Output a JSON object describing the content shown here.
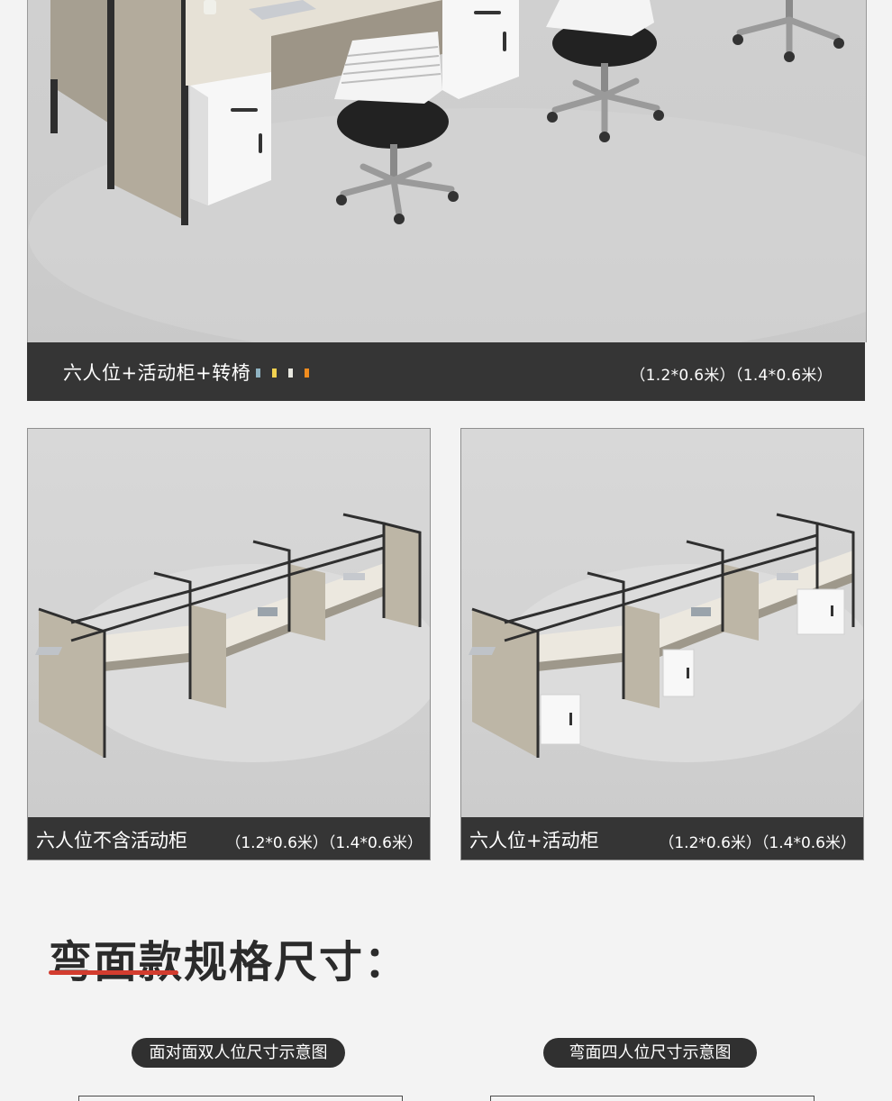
{
  "hero": {
    "caption": "六人位+活动柜+转椅",
    "color_swatches": [
      "#8fb3c2",
      "#f2d250",
      "#e8e8e0",
      "#f08c1e"
    ],
    "sizes": "（1.2*0.6米）（1.4*0.6米）"
  },
  "panels": [
    {
      "caption": "六人位不含活动柜",
      "sizes": "（1.2*0.6米）（1.4*0.6米）"
    },
    {
      "caption": "六人位+活动柜",
      "sizes": "（1.2*0.6米）（1.4*0.6米）"
    }
  ],
  "spec": {
    "heading": "弯面款规格尺寸：",
    "accent_color": "#d23c2f",
    "diagrams": [
      {
        "label": "面对面双人位尺寸示意图"
      },
      {
        "label": "弯面四人位尺寸示意图"
      }
    ]
  }
}
